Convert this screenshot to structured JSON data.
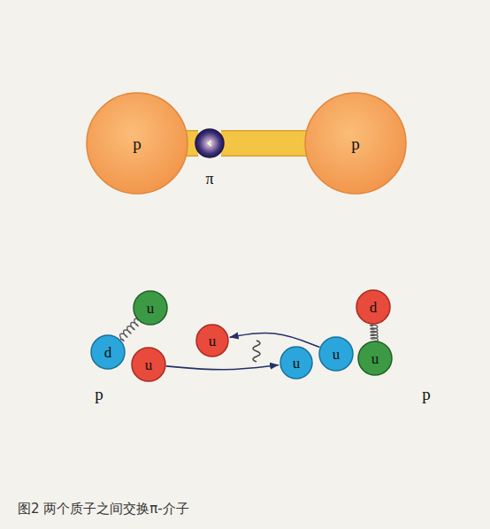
{
  "diagram": {
    "caption": "图2 两个质子之间交换π-介子",
    "nodes": [
      {
        "text": [
          "p"
        ]
      },
      {
        "text": [
          "π"
        ]
      },
      {
        "text": [
          "p"
        ]
      },
      {
        "text": [
          "p"
        ]
      },
      {
        "text": [
          "u"
        ],
        "in": 3
      },
      {
        "text": [
          "d"
        ],
        "in": 3
      },
      {
        "text": [
          "u"
        ],
        "in": 3
      },
      {
        "text": [
          "u"
        ]
      },
      {
        "text": [
          "u"
        ]
      },
      {
        "text": [
          "p"
        ]
      },
      {
        "text": [
          "d"
        ],
        "in": 9
      },
      {
        "text": [
          "u"
        ],
        "in": 9
      },
      {
        "text": [
          "u"
        ],
        "in": 9
      }
    ],
    "edges": [
      {
        "from": 0,
        "to": 1,
        "arrow": "none"
      },
      {
        "from": 1,
        "to": 2,
        "arrow": "none"
      },
      {
        "from": 5,
        "to": 4,
        "arrow": "none"
      },
      {
        "from": 10,
        "to": 12,
        "arrow": "none"
      },
      {
        "from": 6,
        "to": 8,
        "arrow": "to"
      },
      {
        "from": 11,
        "to": 7,
        "arrow": "to"
      }
    ]
  }
}
